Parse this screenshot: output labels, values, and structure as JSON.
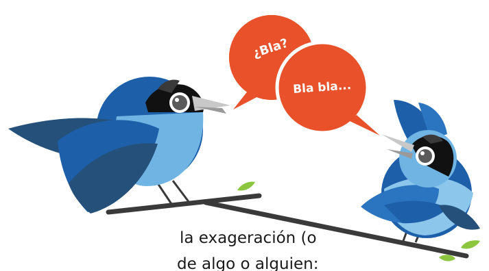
{
  "bubbles": {
    "first": "¿Bla?",
    "second": "Bla bla..."
  },
  "caption": {
    "line1": "la exageración (o",
    "line2": "de algo o alguien:"
  },
  "colors": {
    "bubble": "#e8512a",
    "dark_blue": "#24507a",
    "mid_blue": "#1d5fa8",
    "light_blue": "#6fb4e3",
    "pale_blue": "#8cc6ea",
    "branch": "#3a3a3a",
    "leaf": "#8cc63f"
  }
}
